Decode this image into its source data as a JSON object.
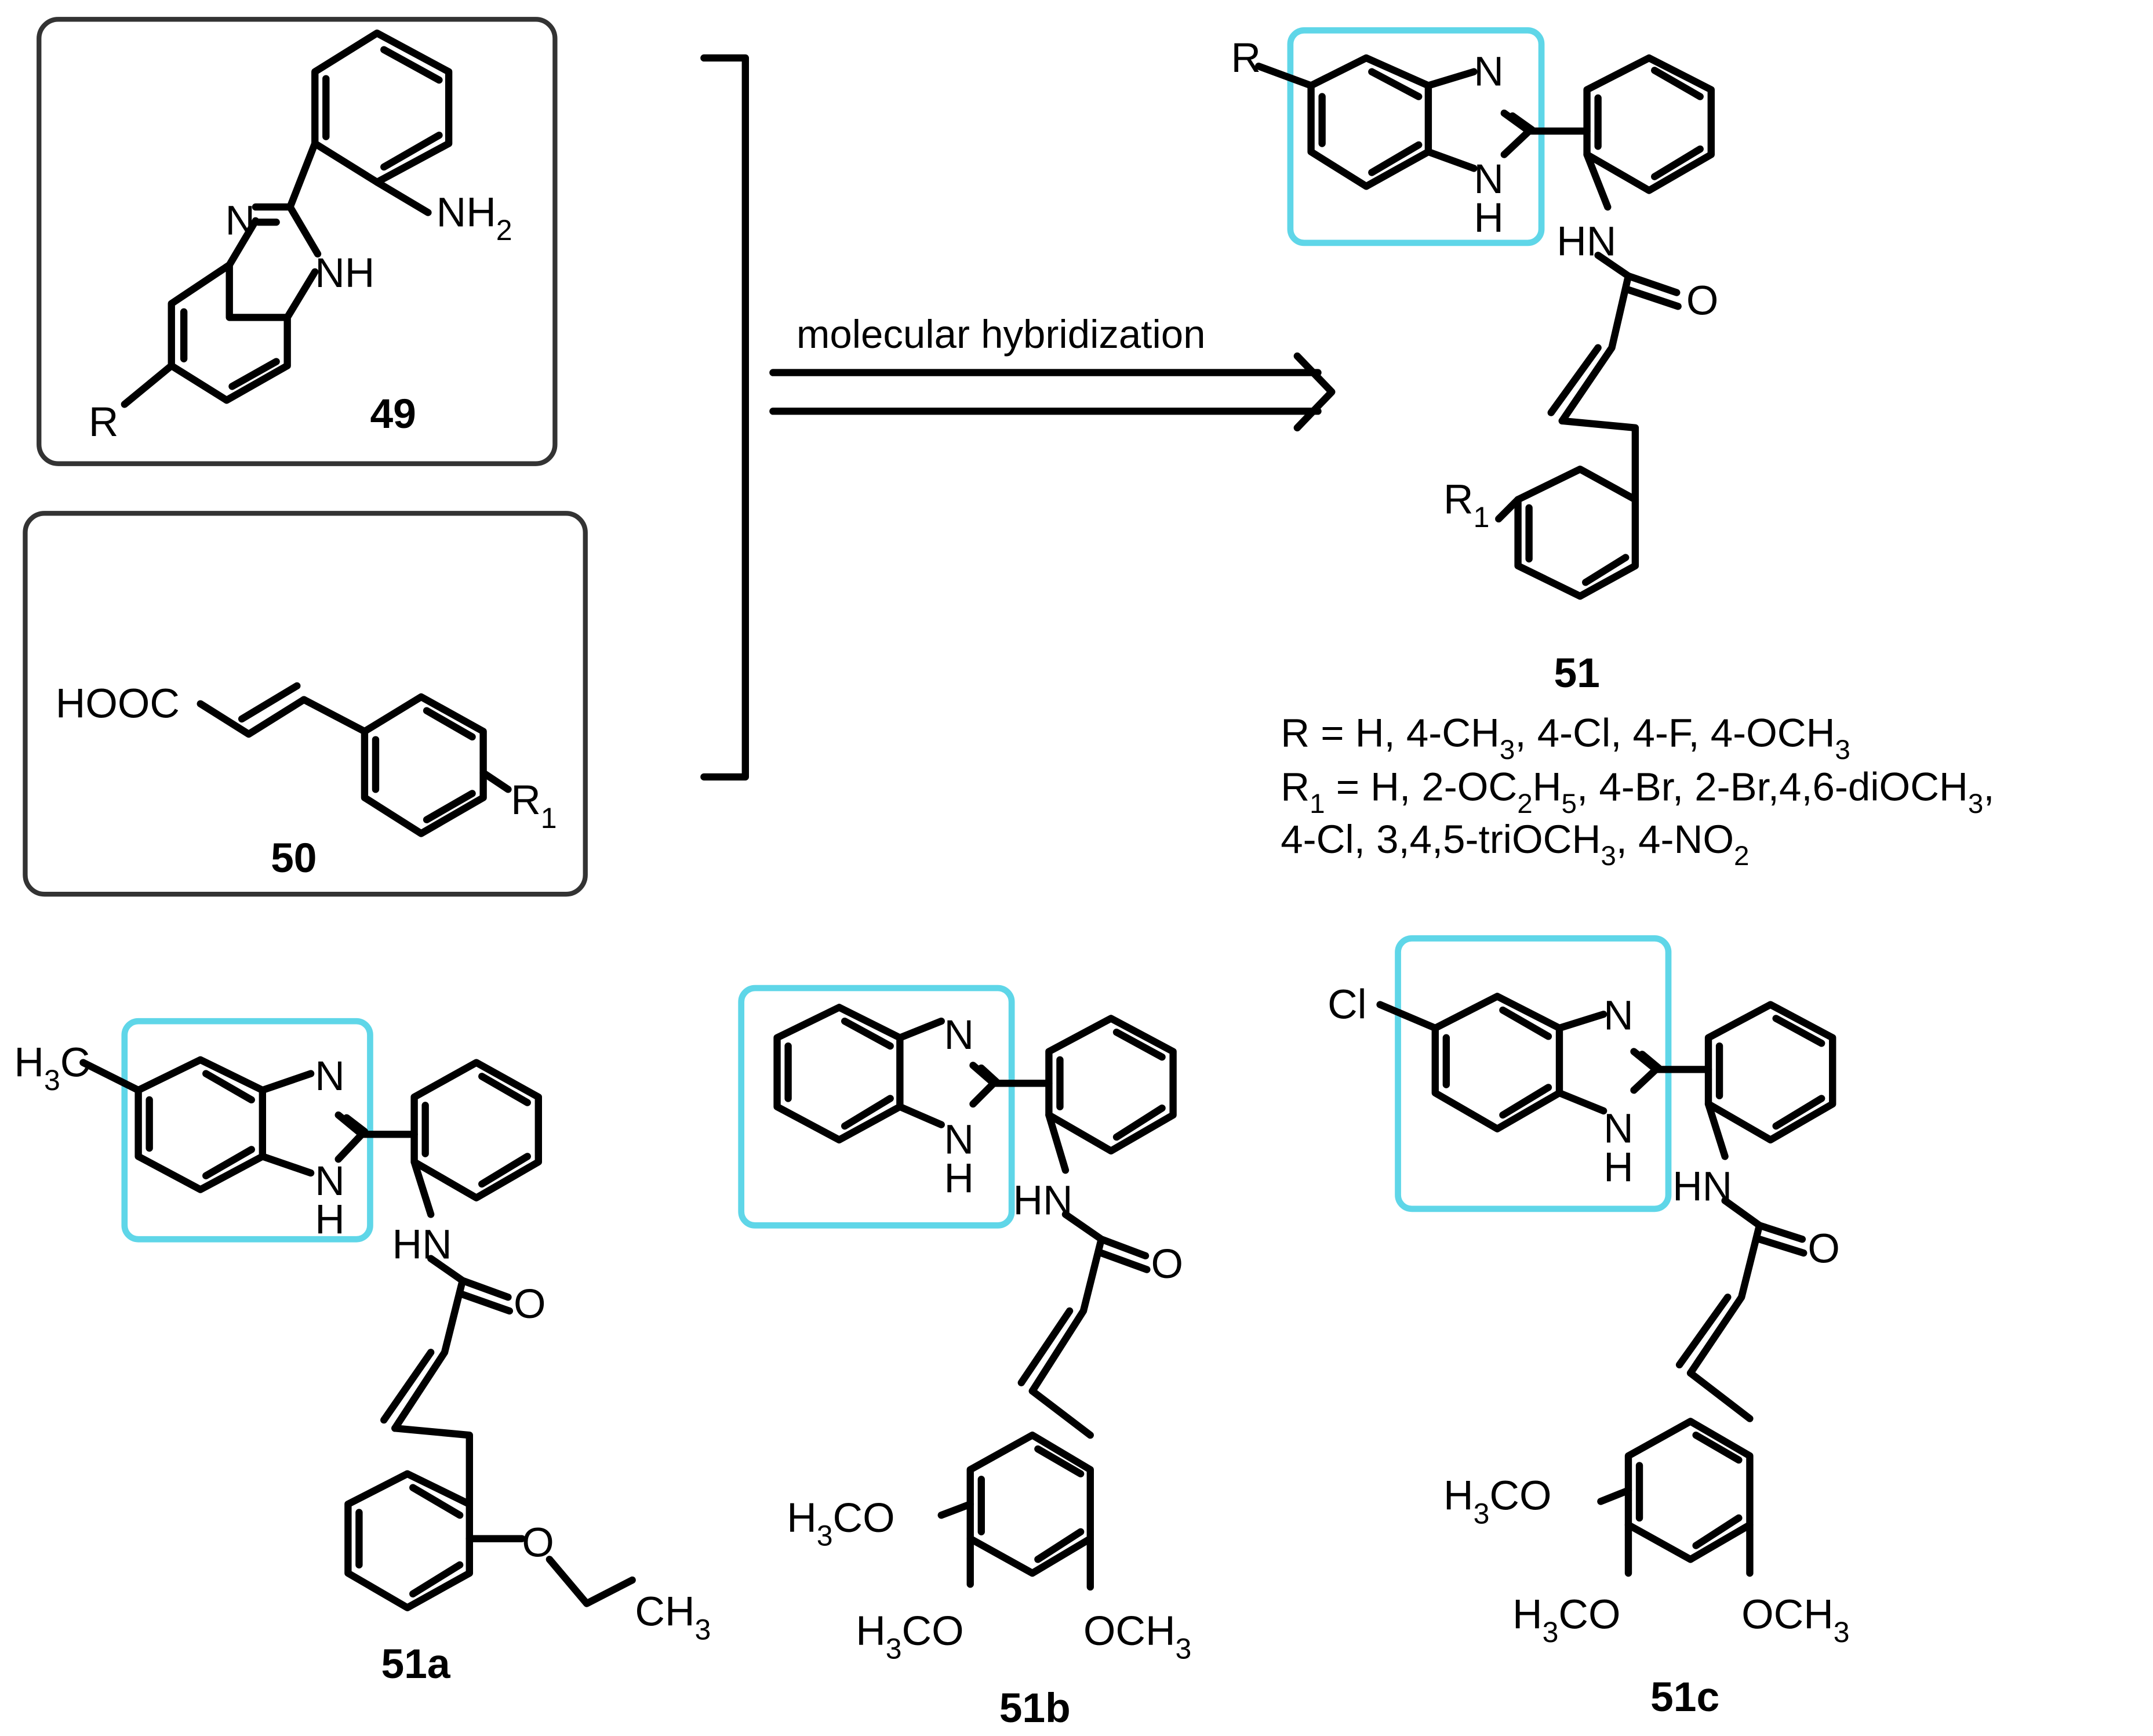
{
  "arrow_label": "molecular hybridization",
  "compounds": {
    "c49": {
      "label": "49"
    },
    "c50": {
      "label": "50"
    },
    "c51": {
      "label": "51"
    },
    "c51a": {
      "label": "51a"
    },
    "c51b": {
      "label": "51b"
    },
    "c51c": {
      "label": "51c"
    }
  },
  "atoms": {
    "N": "N",
    "NH": "NH",
    "H": "H",
    "HN": "HN",
    "O": "O",
    "R": "R",
    "NH2": [
      "NH",
      "2"
    ],
    "R1": [
      "R",
      "1"
    ],
    "HOOC": "HOOC",
    "Cl": "Cl",
    "H3C": [
      "H",
      "3",
      "C"
    ],
    "H3CO": [
      "H",
      "3",
      "CO"
    ],
    "OCH3": [
      "OCH",
      "3"
    ],
    "CH3": [
      "CH",
      "3"
    ]
  },
  "substituents": {
    "R_line": [
      [
        "R = H, 4-CH",
        null
      ],
      [
        "3",
        "sub"
      ],
      [
        ", 4-Cl, 4-F, 4-OCH",
        null
      ],
      [
        "3",
        "sub"
      ]
    ],
    "R1_line1": [
      [
        "R",
        null
      ],
      [
        "1",
        "sub"
      ],
      [
        " = H, 2-OC",
        null
      ],
      [
        "2",
        "sub"
      ],
      [
        "H",
        null
      ],
      [
        "5",
        "sub"
      ],
      [
        ", 4-Br, 2-Br,4,6-diOCH",
        null
      ],
      [
        "3",
        "sub"
      ],
      [
        ",",
        null
      ]
    ],
    "R1_line2": [
      [
        "4-Cl, 3,4,5-triOCH",
        null
      ],
      [
        "3",
        "sub"
      ],
      [
        ", 4-NO",
        null
      ],
      [
        "2",
        "sub"
      ]
    ]
  },
  "colors": {
    "highlight_box": "#5fd6e8",
    "frame": "#333333",
    "ink": "#000000"
  }
}
